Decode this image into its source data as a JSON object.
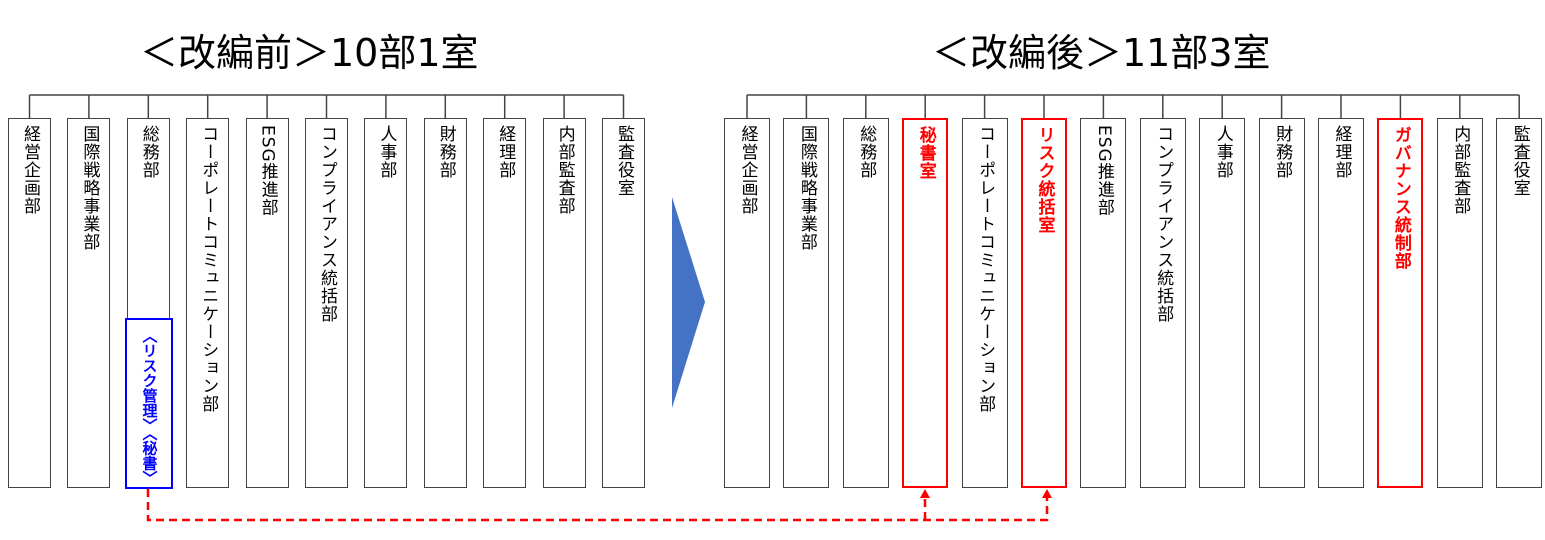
{
  "before": {
    "title": "＜改編前＞10部1室",
    "units": [
      "経営企画部",
      "国際戦略事業部",
      "総務部",
      "コーポレートコミュニケーション部",
      "ESG推進部",
      "コンプライアンス統括部",
      "人事部",
      "財務部",
      "経理部",
      "内部監査部",
      "監査役室"
    ],
    "sub_unit": "〈リスク管理〉〈秘書〉"
  },
  "after": {
    "title": "＜改編後＞11部3室",
    "units": [
      {
        "label": "経営企画部",
        "new": false
      },
      {
        "label": "国際戦略事業部",
        "new": false
      },
      {
        "label": "総務部",
        "new": false
      },
      {
        "label": "秘書室",
        "new": true
      },
      {
        "label": "コーポレートコミュニケーション部",
        "new": false
      },
      {
        "label": "リスク統括室",
        "new": true
      },
      {
        "label": "ESG推進部",
        "new": false
      },
      {
        "label": "コンプライアンス統括部",
        "new": false
      },
      {
        "label": "人事部",
        "new": false
      },
      {
        "label": "財務部",
        "new": false
      },
      {
        "label": "経理部",
        "new": false
      },
      {
        "label": "ガバナンス統制部",
        "new": true
      },
      {
        "label": "内部監査部",
        "new": false
      },
      {
        "label": "監査役室",
        "new": false
      }
    ]
  },
  "colors": {
    "new": "#ff0000",
    "sub": "#0000ff",
    "arrow": "#4472c4"
  }
}
